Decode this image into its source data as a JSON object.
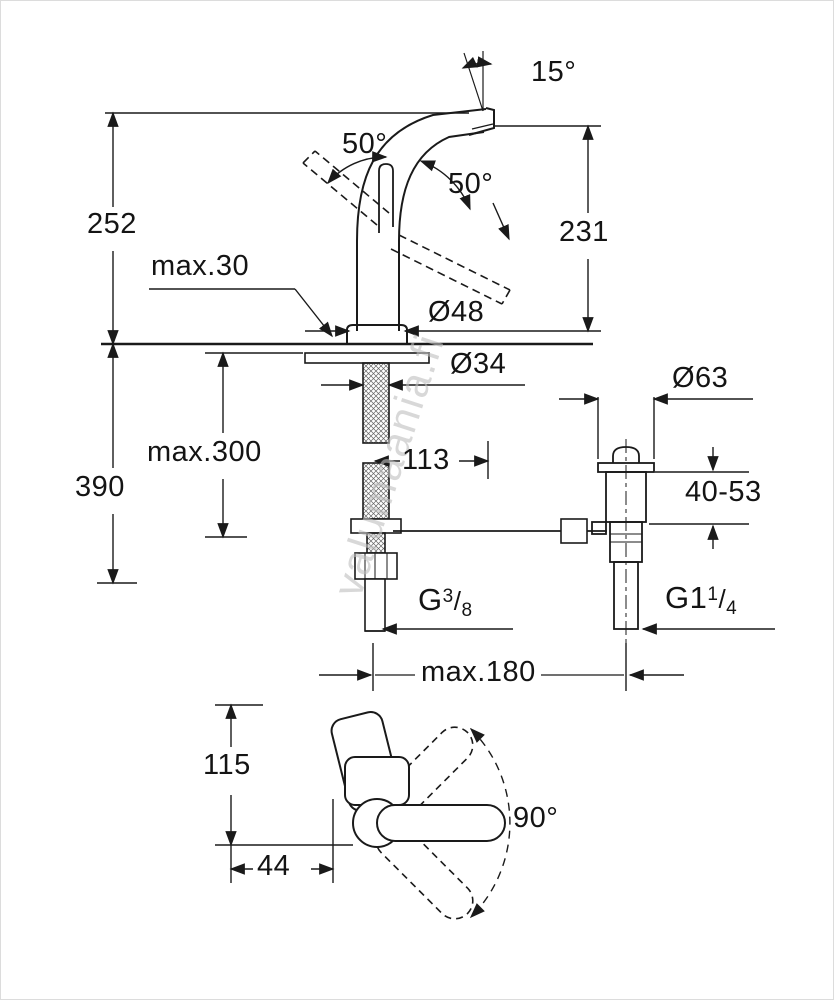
{
  "watermark": {
    "text": "valumaania.fi"
  },
  "dimensions": {
    "spout_tilt_angle": "15°",
    "lever_angle_left": "50°",
    "lever_angle_right": "50°",
    "height_above_deck": "252",
    "spout_height": "231",
    "deck_thickness": "max.30",
    "base_diameter": "Ø48",
    "hole_diameter": "Ø34",
    "drain_flange_diameter": "Ø63",
    "hose_length": "max.300",
    "spout_reach": "113",
    "below_deck_height": "390",
    "drain_clamp_range": "40-53",
    "faucet_thread": {
      "base": "G",
      "sup": "3",
      "slash": "/",
      "sub": "8"
    },
    "drain_thread": {
      "base": "G1",
      "sup": "1",
      "slash": "/",
      "sub": "4"
    },
    "center_distance": "max.180",
    "top_view_depth": "115",
    "lever_offset": "44",
    "swivel_angle": "90°"
  }
}
